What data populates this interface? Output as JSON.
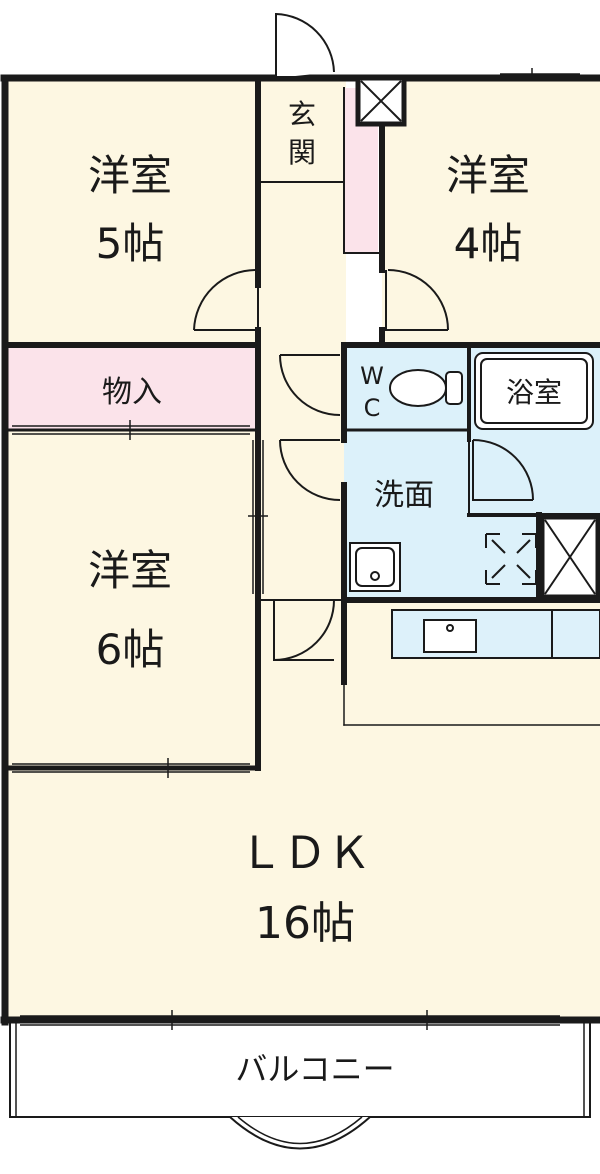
{
  "rooms": {
    "western_5": {
      "name": "洋室",
      "size": "5帖"
    },
    "western_4": {
      "name": "洋室",
      "size": "4帖"
    },
    "western_6": {
      "name": "洋室",
      "size": "6帖"
    },
    "entrance": {
      "char1": "玄",
      "char2": "関"
    },
    "storage": {
      "name": "物入"
    },
    "wc": {
      "char1": "W",
      "char2": "C"
    },
    "bath": {
      "name": "浴室"
    },
    "washroom": {
      "name": "洗面"
    },
    "ldk": {
      "name": "ＬＤＫ",
      "size": "16帖"
    },
    "balcony": {
      "name": "バルコニー"
    }
  },
  "colors": {
    "room_fill": "#fdf7e2",
    "storage_fill": "#fbe3ea",
    "wet_fill": "#dcf1fa",
    "wall": "#1a1a1a"
  }
}
